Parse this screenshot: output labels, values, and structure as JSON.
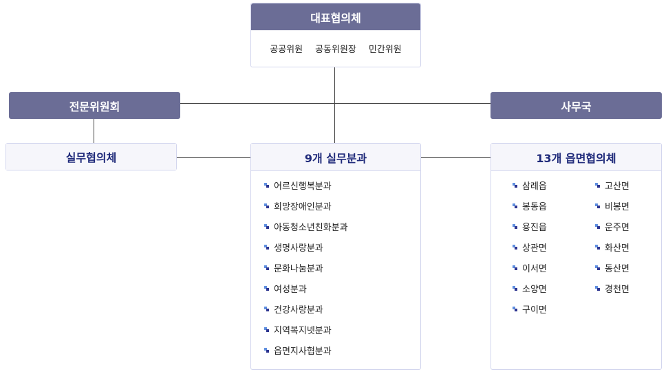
{
  "representative": {
    "title": "대표협의체",
    "members": [
      "공공위원",
      "공동위원장",
      "민간위원"
    ]
  },
  "expert_committee": {
    "title": "전문위원회"
  },
  "secretariat": {
    "title": "사무국"
  },
  "working_council": {
    "title": "실무협의체"
  },
  "subcommittees": {
    "title": "9개 실무분과",
    "items": [
      "어르신행복분과",
      "희망장애인분과",
      "아동청소년친화분과",
      "생명사랑분과",
      "문화나눔분과",
      "여성분과",
      "건강사랑분과",
      "지역복지넷분과",
      "읍면지사협분과"
    ]
  },
  "township": {
    "title": "13개 읍면협의체",
    "col1": [
      "삼례읍",
      "봉동읍",
      "용진읍",
      "상관면",
      "이서면",
      "소양면",
      "구이면"
    ],
    "col2": [
      "고산면",
      "비봉면",
      "운주면",
      "화산면",
      "동산면",
      "경천면"
    ]
  }
}
